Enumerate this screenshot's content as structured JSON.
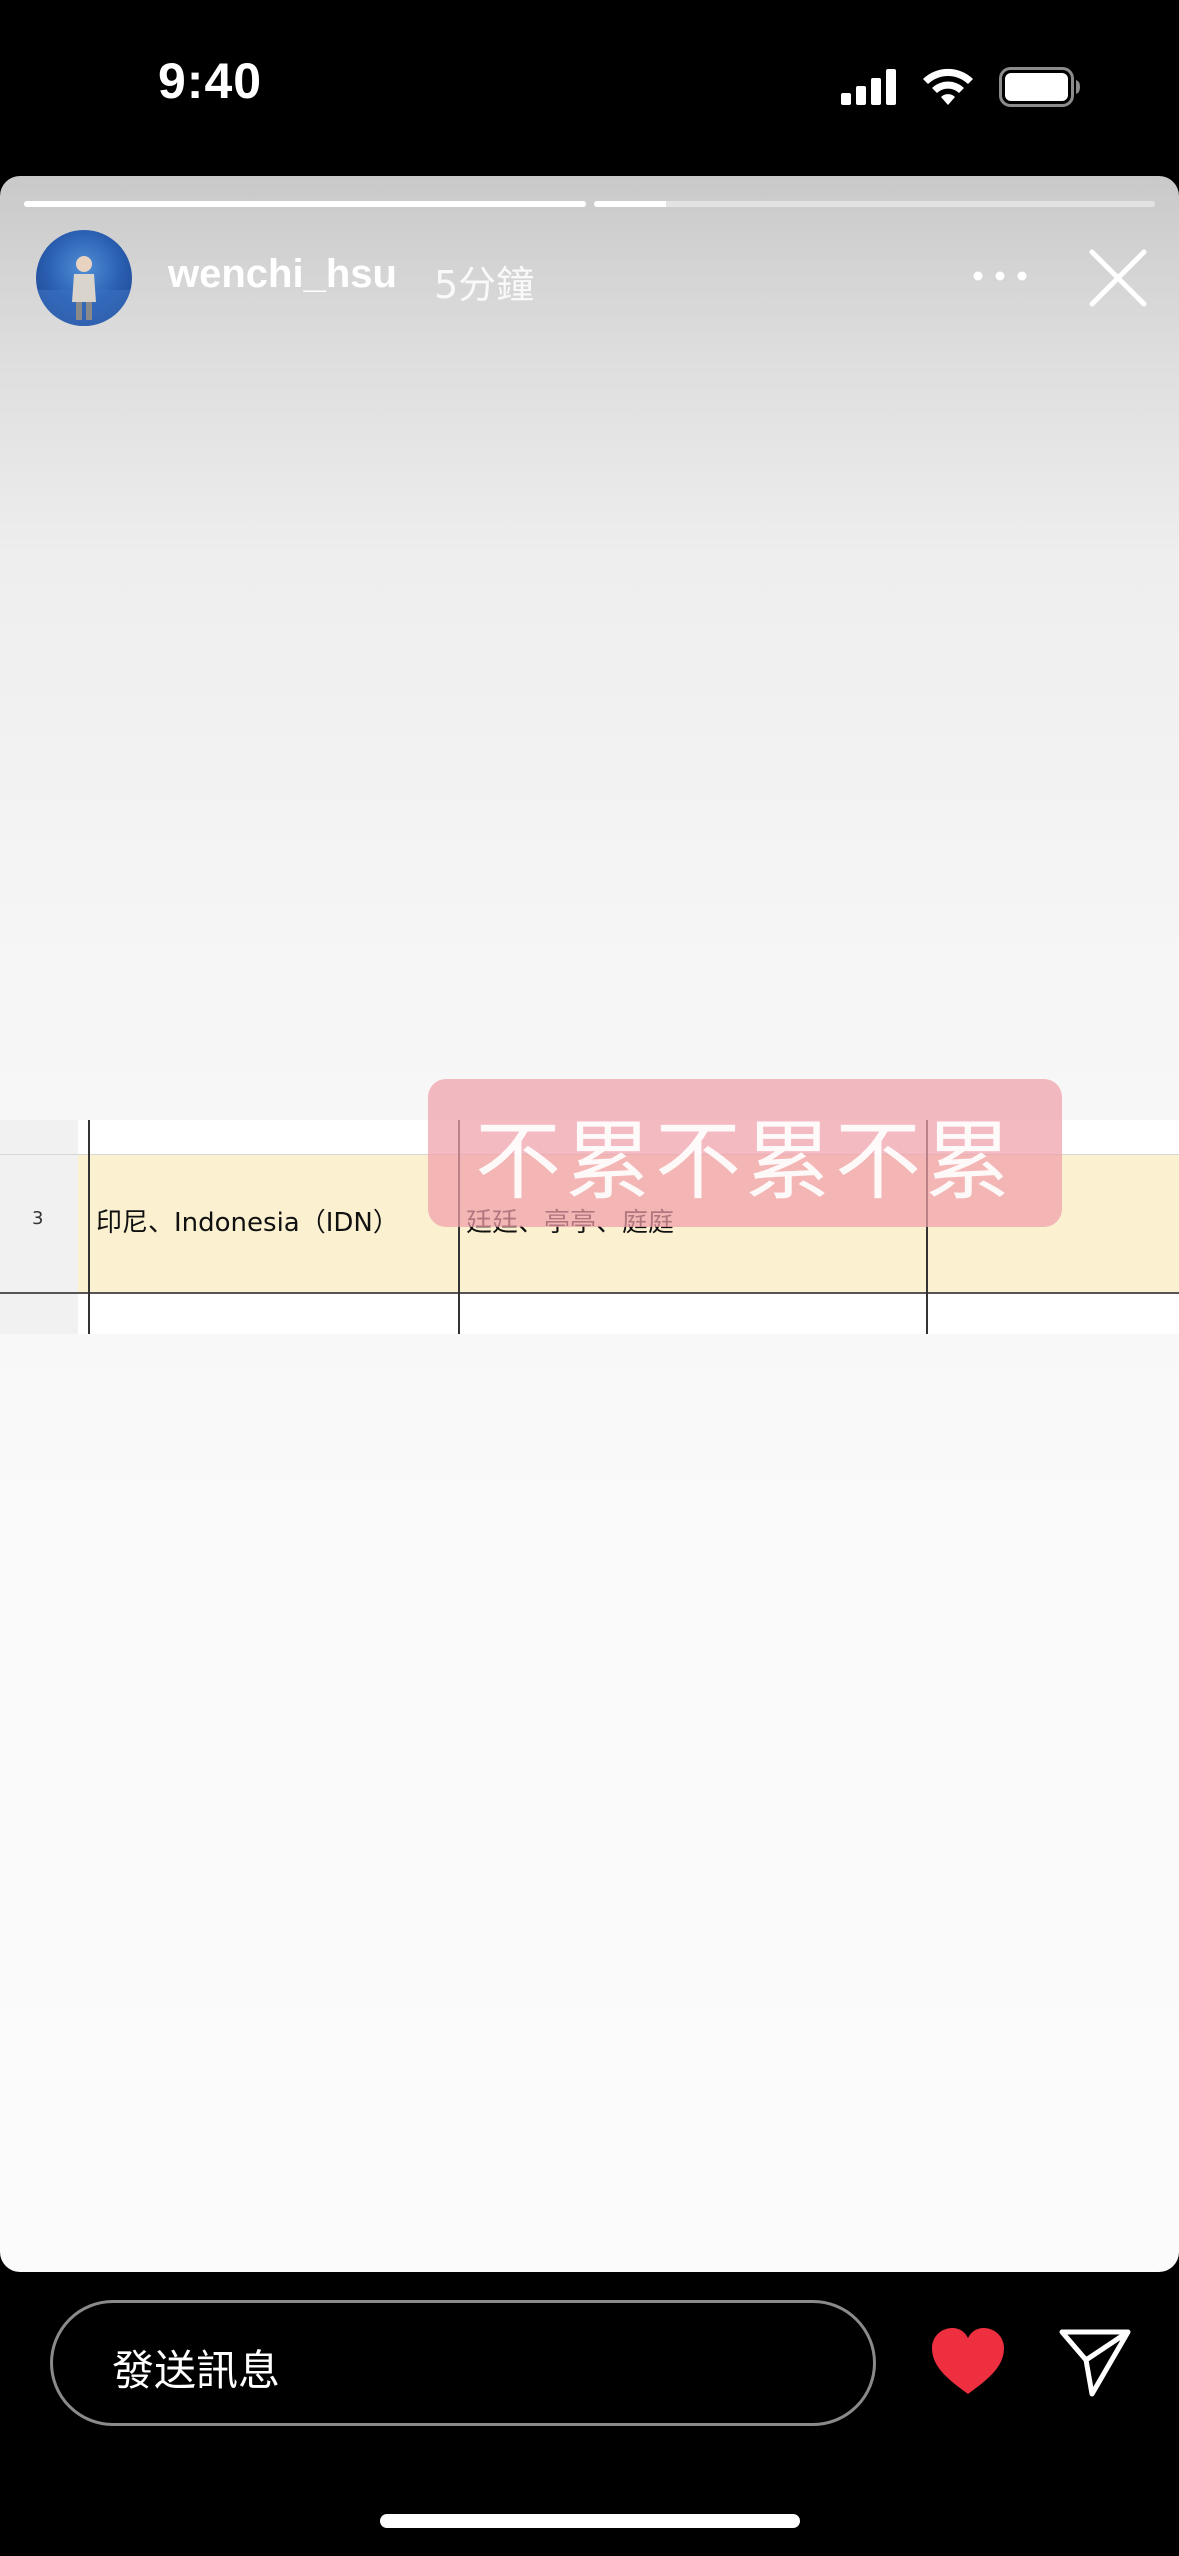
{
  "status_bar": {
    "time": "9:40"
  },
  "story": {
    "progress": [
      {
        "fill": 1.0
      },
      {
        "fill": 0.13
      }
    ],
    "user": {
      "username": "wenchi_hsu",
      "time_ago": "5分鐘"
    },
    "icons": {
      "more": "more-horizontal-icon",
      "close": "close-icon"
    },
    "sheet": {
      "row_number": "3",
      "country": "印尼、Indonesia（IDN）",
      "names": "廷廷、亭亭、庭庭"
    },
    "sticker": {
      "text": "不累不累不累",
      "bg_color": "#f0a0aa"
    }
  },
  "bottom_bar": {
    "message_placeholder": "發送訊息",
    "like_icon": "heart-icon",
    "like_color": "#ed2f3f",
    "share_icon": "paper-plane-icon"
  }
}
